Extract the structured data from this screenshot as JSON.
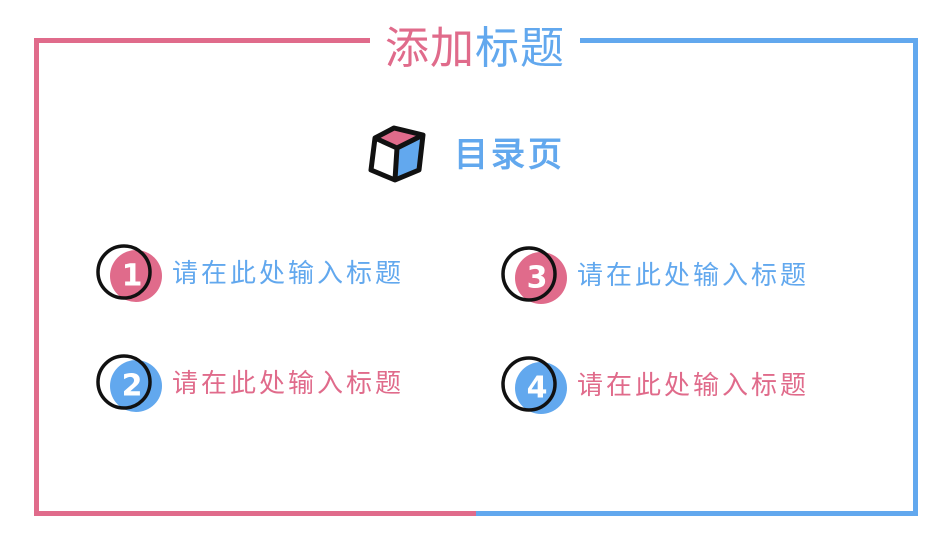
{
  "colors": {
    "pink": "#e06b8b",
    "blue": "#62a8ee",
    "outline": "#111111"
  },
  "header": {
    "title_part1": "添加",
    "title_part2": "标题"
  },
  "section": {
    "heading": "目录页",
    "icon": "cube-icon"
  },
  "toc": {
    "items": [
      {
        "number": "1",
        "label": "请在此处输入标题",
        "badge_color": "pink",
        "label_color": "blue"
      },
      {
        "number": "2",
        "label": "请在此处输入标题",
        "badge_color": "blue",
        "label_color": "pink"
      },
      {
        "number": "3",
        "label": "请在此处输入标题",
        "badge_color": "pink",
        "label_color": "blue"
      },
      {
        "number": "4",
        "label": "请在此处输入标题",
        "badge_color": "blue",
        "label_color": "pink"
      }
    ]
  }
}
